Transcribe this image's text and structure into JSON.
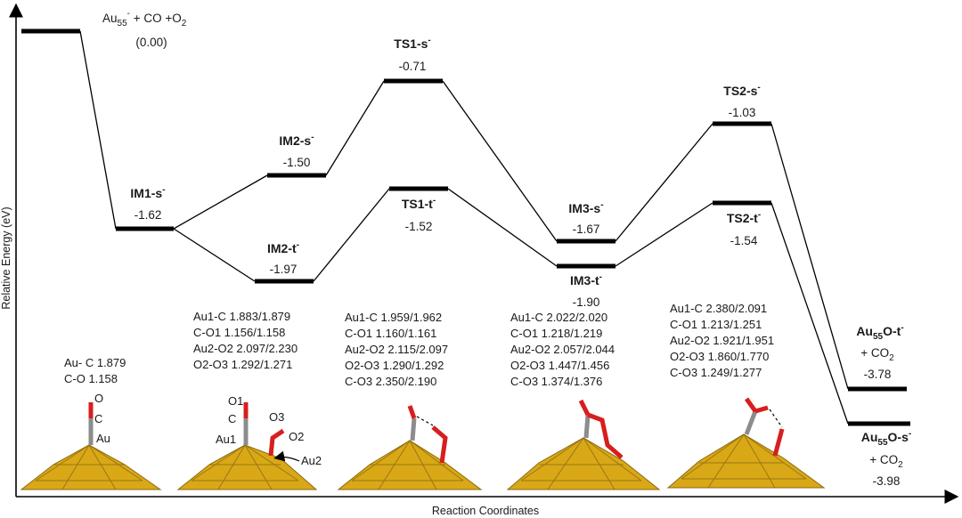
{
  "axes": {
    "y_title": "Relative Energy (eV)",
    "x_title": "Reaction Coordinates"
  },
  "states": {
    "start": {
      "name_prefix": "Au",
      "name_sub": "55",
      "name_sup": "-",
      "name_suffix": " + CO +O",
      "name_sub2": "2",
      "energy": "(0.00)"
    },
    "im1s": {
      "name": "IM1-s",
      "sup": "-",
      "energy": "-1.62"
    },
    "im2s": {
      "name": "IM2-s",
      "sup": "-",
      "energy": "-1.50"
    },
    "im2t": {
      "name": "IM2-t",
      "sup": "-",
      "energy": "-1.97"
    },
    "ts1s": {
      "name": "TS1-s",
      "sup": "-",
      "energy": "-0.71"
    },
    "ts1t": {
      "name": "TS1-t",
      "sup": "-",
      "energy": "-1.52"
    },
    "im3s": {
      "name": "IM3-s",
      "sup": "-",
      "energy": "-1.67"
    },
    "im3t": {
      "name": "IM3-t",
      "sup": "-",
      "energy": "-1.90"
    },
    "ts2s": {
      "name": "TS2-s",
      "sup": "-",
      "energy": "-1.03"
    },
    "ts2t": {
      "name": "TS2-t",
      "sup": "-",
      "energy": "-1.54"
    },
    "prodt": {
      "pre": "Au",
      "sub": "55",
      "post": "O-t",
      "sup": "-",
      "plus": "+ CO",
      "plus_sub": "2",
      "energy": "-3.78"
    },
    "prods": {
      "pre": "Au",
      "sub": "55",
      "post": "O-s",
      "sup": "-",
      "plus": "+ CO",
      "plus_sub": "2",
      "energy": "-3.98"
    }
  },
  "geometries": [
    {
      "lines": [
        "Au- C 1.879",
        "C-O 1.158"
      ]
    },
    {
      "lines": [
        "Au1-C 1.883/1.879",
        "C-O1 1.156/1.158",
        "Au2-O2 2.097/2.230",
        "O2-O3 1.292/1.271"
      ]
    },
    {
      "lines": [
        "Au1-C 1.959/1.962",
        "C-O1 1.160/1.161",
        "Au2-O2 2.115/2.097",
        "O2-O3 1.290/1.292",
        "C-O3 2.350/2.190"
      ]
    },
    {
      "lines": [
        "Au1-C 2.022/2.020",
        "C-O1 1.218/1.219",
        "Au2-O2 2.057/2.044",
        "O2-O3 1.447/1.456",
        "C-O3 1.374/1.376"
      ]
    },
    {
      "lines": [
        "Au1-C 2.380/2.091",
        "C-O1 1.213/1.251",
        "Au2-O2 1.921/1.951",
        "O2-O3 1.860/1.770",
        "C-O3 1.249/1.277"
      ]
    }
  ],
  "atom_labels": {
    "s1": {
      "o": "O",
      "c": "C",
      "au": "Au"
    },
    "s2": {
      "o1": "O1",
      "c": "C",
      "o3": "O3",
      "o2": "O2",
      "au1": "Au1",
      "au2": "Au2"
    }
  },
  "colors": {
    "gold": "#d9a817",
    "gold_dark": "#8a6a10",
    "carbon": "#8c8c8c",
    "oxygen": "#d81e1e",
    "line": "#000000"
  }
}
